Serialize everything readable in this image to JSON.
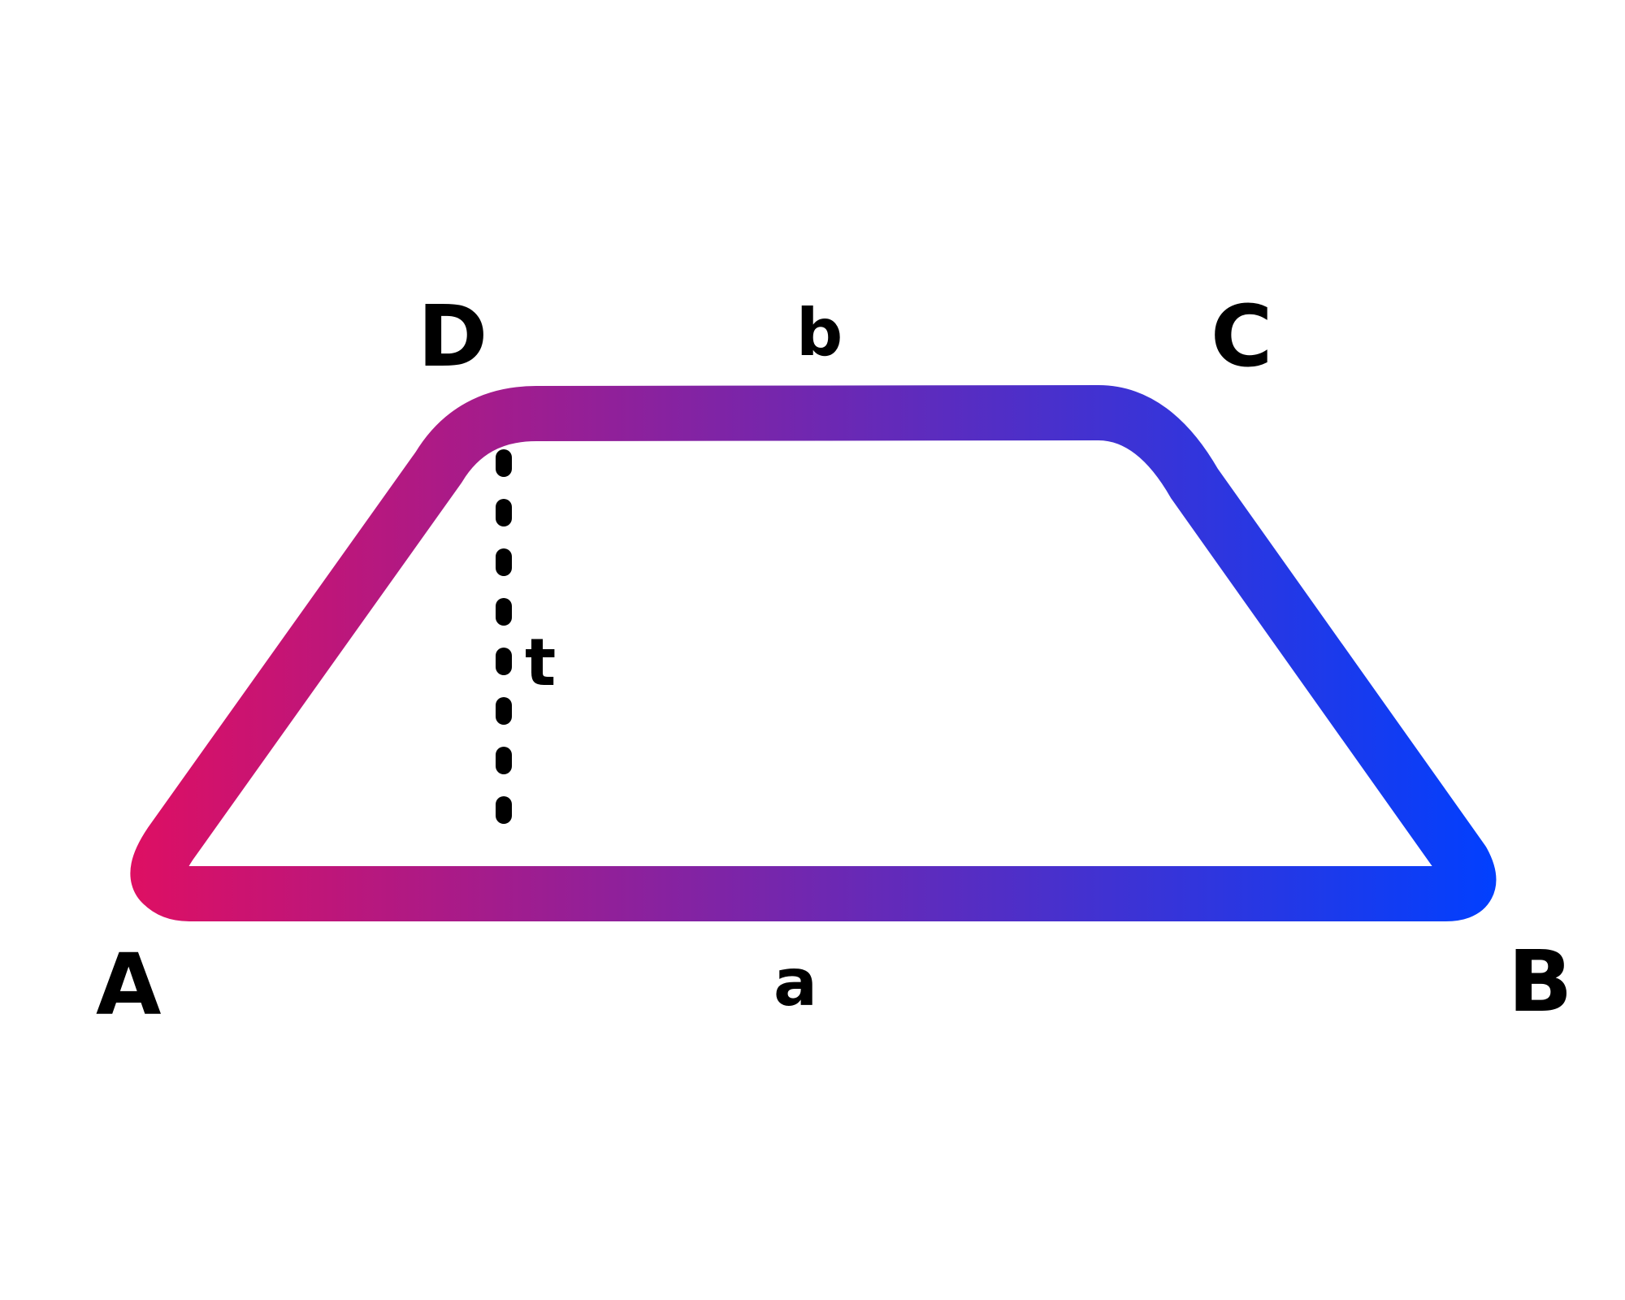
{
  "diagram": {
    "vertices": {
      "A": "A",
      "B": "B",
      "C": "C",
      "D": "D"
    },
    "sides": {
      "bottom": "a",
      "top": "b"
    },
    "height_label": "t",
    "colors": {
      "gradient_start": "#de0f63",
      "gradient_end": "#0040ff",
      "height_line": "#000000",
      "text": "#000000"
    }
  }
}
